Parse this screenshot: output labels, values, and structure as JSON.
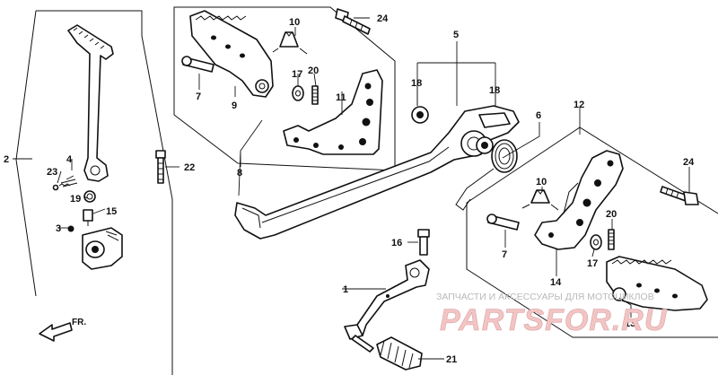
{
  "callouts": [
    {
      "id": "c1",
      "text": "1"
    },
    {
      "id": "c2",
      "text": "2"
    },
    {
      "id": "c3",
      "text": "3"
    },
    {
      "id": "c4",
      "text": "4"
    },
    {
      "id": "c5",
      "text": "5"
    },
    {
      "id": "c6",
      "text": "6"
    },
    {
      "id": "c7a",
      "text": "7"
    },
    {
      "id": "c7b",
      "text": "7"
    },
    {
      "id": "c8",
      "text": "8"
    },
    {
      "id": "c9",
      "text": "9"
    },
    {
      "id": "c10a",
      "text": "10"
    },
    {
      "id": "c10b",
      "text": "10"
    },
    {
      "id": "c11",
      "text": "11"
    },
    {
      "id": "c12",
      "text": "12"
    },
    {
      "id": "c13",
      "text": "13"
    },
    {
      "id": "c14",
      "text": "14"
    },
    {
      "id": "c15",
      "text": "15"
    },
    {
      "id": "c16",
      "text": "16"
    },
    {
      "id": "c17a",
      "text": "17"
    },
    {
      "id": "c17b",
      "text": "17"
    },
    {
      "id": "c18a",
      "text": "18"
    },
    {
      "id": "c18b",
      "text": "18"
    },
    {
      "id": "c19",
      "text": "19"
    },
    {
      "id": "c20a",
      "text": "20"
    },
    {
      "id": "c20b",
      "text": "20"
    },
    {
      "id": "c21",
      "text": "21"
    },
    {
      "id": "c22",
      "text": "22"
    },
    {
      "id": "c23",
      "text": "23"
    },
    {
      "id": "c24a",
      "text": "24"
    },
    {
      "id": "c24b",
      "text": "24"
    }
  ],
  "direction_label": "FR.",
  "watermark": {
    "caption": "ЗАПЧАСТИ И АКСЕССУАРЫ ДЛЯ МОТОЦИКЛОВ",
    "brand": "PARTSFOR.RU"
  }
}
